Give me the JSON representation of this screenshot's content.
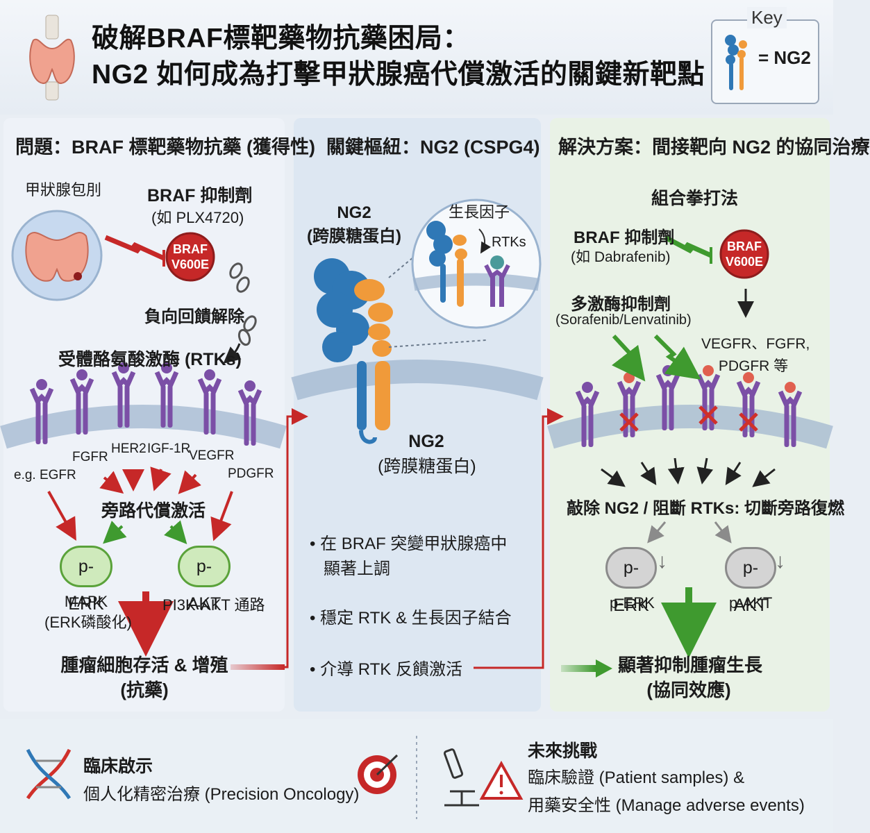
{
  "header": {
    "title_line1": "破解BRAF標靶藥物抗藥困局：",
    "title_line2": "NG2 如何成為打擊甲狀腺癌代償激活的關鍵新靶點",
    "key_label": "Key",
    "key_value": "= NG2"
  },
  "panel_problem": {
    "title": "問題：BRAF 標靶藥物抗藥 (獲得性)",
    "capsule_label": "甲狀腺包刖",
    "inhibitor_title": "BRAF 抑制劑",
    "inhibitor_example": "(如 PLX4720)",
    "braf_badge_line1": "BRAF",
    "braf_badge_line2": "V600E",
    "feedback_label": "負向回饋解除",
    "rtk_title": "受體酪氨酸激酶 (RTKs)",
    "receptors": [
      "e.g. EGFR",
      "FGFR",
      "HER2",
      "IGF-1R",
      "VEGFR",
      "PDGFR"
    ],
    "bypass_label": "旁路代償激活",
    "perk": "p-ERK",
    "pakt": "p-AKT",
    "mapk_line1": "MAPK",
    "mapk_line2": "(ERK磷酸化)",
    "pi3k_label": "PI3K-AKT 通路",
    "outcome_line1": "腫瘤細胞存活 & 增殖",
    "outcome_line2": "(抗藥)"
  },
  "panel_hub": {
    "title": "關鍵樞紐：NG2 (CSPG4)",
    "ng2_top_line1": "NG2",
    "ng2_top_line2": "(跨膜糖蛋白)",
    "growth_factor": "生長因子",
    "rtks": "RTKs",
    "ng2_bottom_line1": "NG2",
    "ng2_bottom_line2": "(跨膜糖蛋白)",
    "bullets": [
      {
        "line1": "在 BRAF 突變甲狀腺癌中",
        "line2": "顯著上調"
      },
      {
        "line1": "穩定 RTK & 生長因子結合",
        "line2": ""
      },
      {
        "line1": "介導 RTK 反饋激活",
        "line2": ""
      }
    ]
  },
  "panel_solution": {
    "title": "解決方案：間接靶向 NG2 的協同治療",
    "combo_title": "組合拳打法",
    "inhibitor_title": "BRAF 抑制劑",
    "inhibitor_example": "(如 Dabrafenib)",
    "braf_badge_line1": "BRAF",
    "braf_badge_line2": "V600E",
    "multi_title": "多激酶抑制劑",
    "multi_example": "(Sorafenib/Lenvatinib)",
    "targets_line1": "VEGFR、FGFR,",
    "targets_line2": "PDGFR 等",
    "knockdown": "敲除 NG2 / 阻斷 RTKs: 切斷旁路復燃",
    "perk": "p-ERK",
    "pakt": "p-AKT",
    "down_arrow": "↓",
    "perk_below": "p-ERK",
    "pakt_below": "p-AKT",
    "outcome_line1": "顯著抑制腫瘤生長",
    "outcome_line2": "(協同效應)"
  },
  "footer": {
    "clinical_title": "臨床啟示",
    "clinical_text": "個人化精密治療 (Precision Oncology)",
    "future_title": "未來挑戰",
    "future_line1": "臨床驗證 (Patient samples) &",
    "future_line2": "用藥安全性 (Manage adverse events)"
  },
  "colors": {
    "purple_receptor": "#7b4fa6",
    "ng2_blue": "#2f78b6",
    "ng2_orange": "#f09a3a",
    "red": "#c62828",
    "green": "#3f9a2f"
  }
}
